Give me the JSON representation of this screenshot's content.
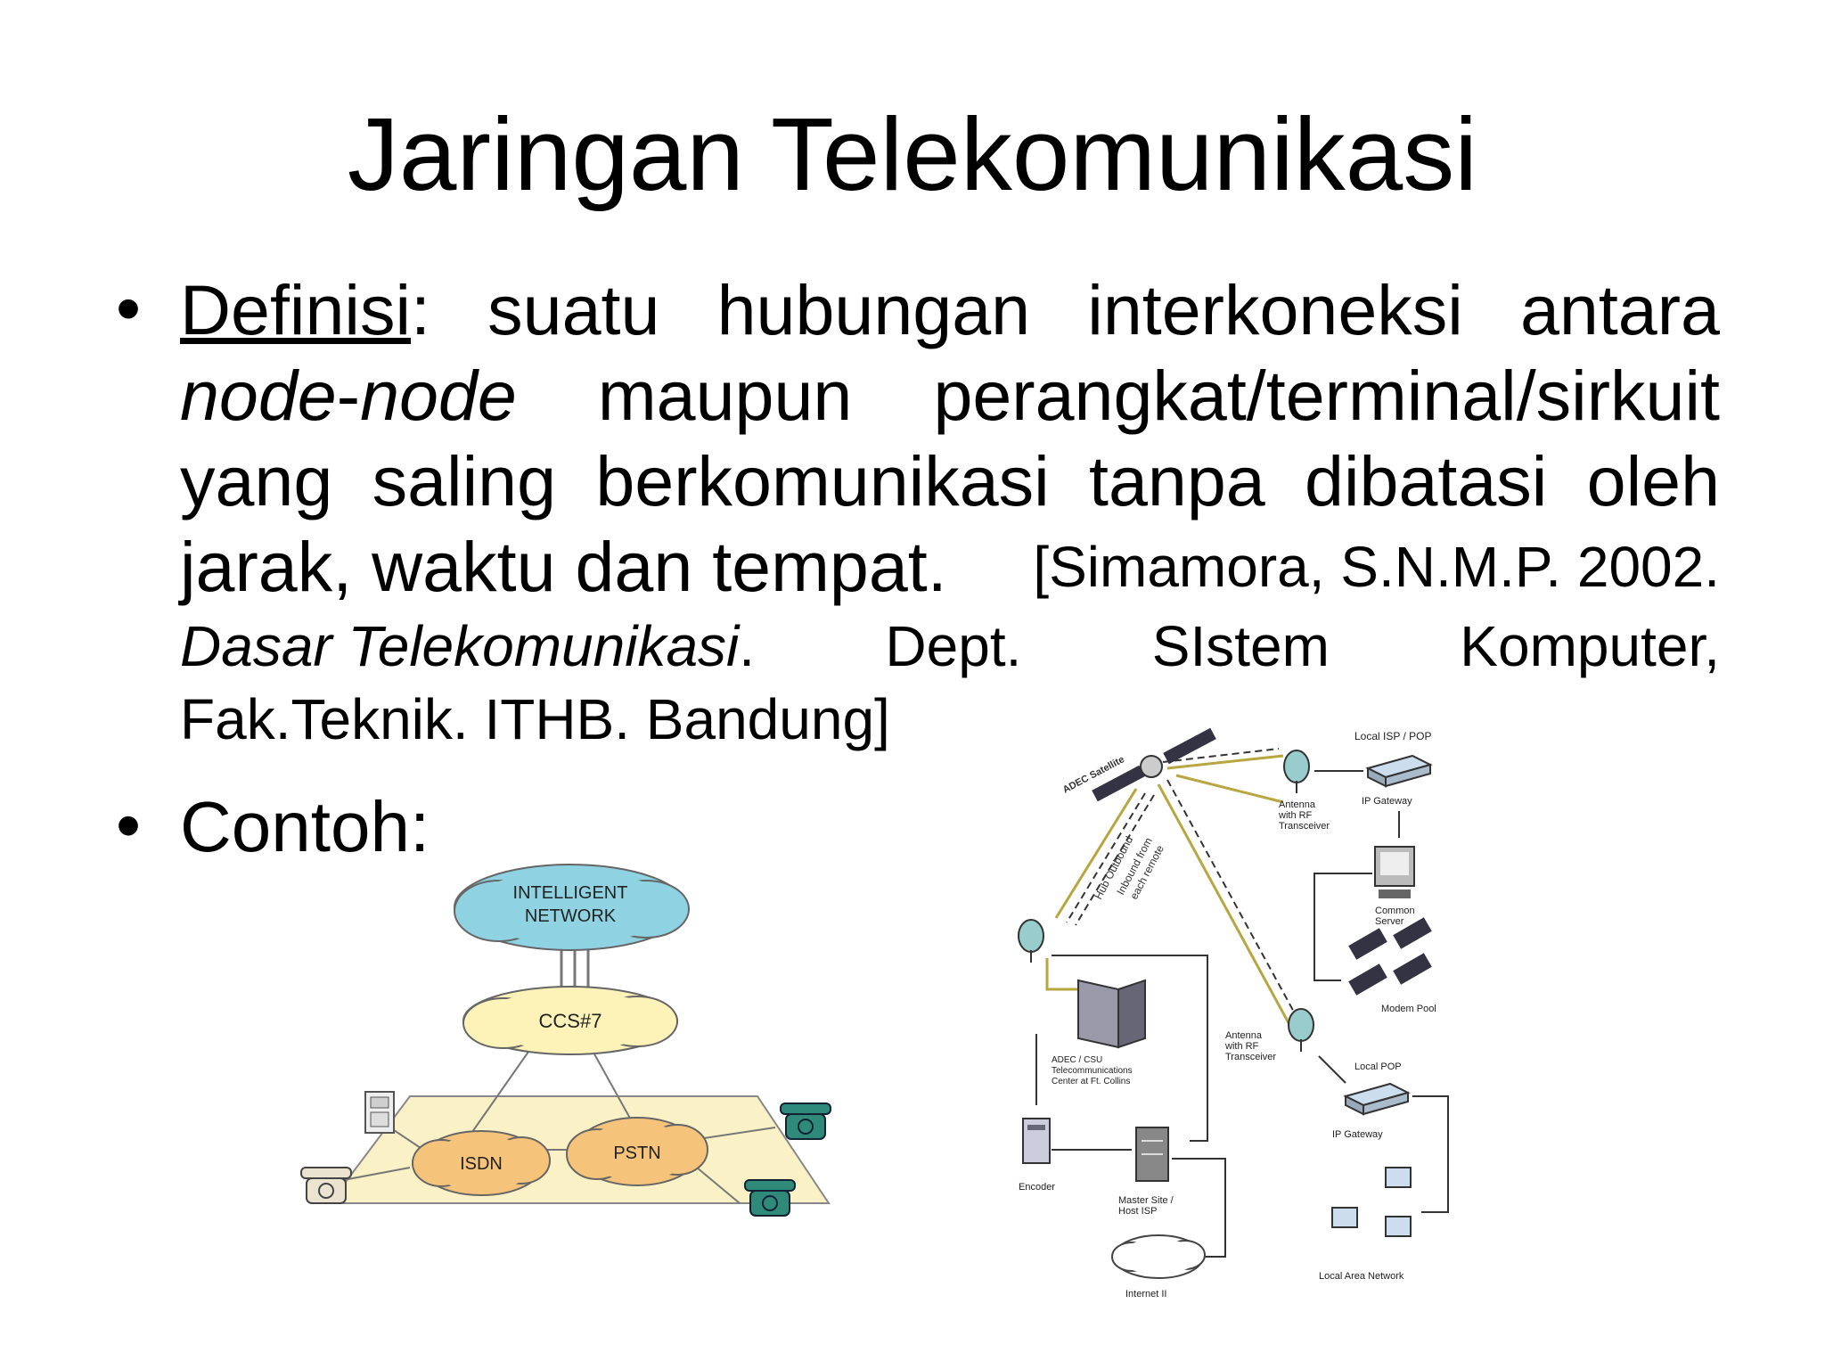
{
  "slide": {
    "title": "Jaringan Telekomunikasi",
    "definition": {
      "term": "Definisi",
      "line1": [
        ":",
        "suatu",
        "hubungan",
        "interkoneksi",
        "antara"
      ],
      "line2_italic1": "node",
      "line2_dash": "-",
      "line2_italic2": "node",
      "line2": [
        "maupun",
        "perangkat/terminal/sirkuit"
      ],
      "line3": [
        "yang",
        "saling",
        "berkomunikasi",
        "tanpa",
        "dibatasi",
        "oleh"
      ],
      "line4_main": "jarak, waktu dan tempat.",
      "line4_ref": "[Simamora, S.N.M.P. 2002.",
      "ref_italic": "Dasar Telekomunikasi",
      "ref_line5": [
        ".",
        "Dept.",
        "SIstem",
        "Komputer,"
      ],
      "ref_line6": "Fak.Teknik. ITHB. Bandung]"
    },
    "example_label": "Contoh:",
    "bullet": "•"
  },
  "figure_left": {
    "cloud_top": [
      "INTELLIGENT",
      "NETWORK"
    ],
    "cloud_mid": "CCS#7",
    "cloud_isdn": "ISDN",
    "cloud_pstn": "PSTN"
  },
  "figure_right": {
    "satellite": "ADEC Satellite",
    "local_isp": "Local ISP / POP",
    "antenna1": [
      "Antenna",
      "with RF",
      "Transceiver"
    ],
    "ip_gateway1": "IP Gateway",
    "common_server": [
      "Common",
      "Server"
    ],
    "modem_pool": "Modem Pool",
    "antenna2": [
      "Antenna",
      "with RF",
      "Transceiver"
    ],
    "local_pop": "Local POP",
    "ip_gateway2": "IP Gateway",
    "adec_center": [
      "ADEC / CSU",
      "Telecommunications",
      "Center at Ft. Collins"
    ],
    "encoder": "Encoder",
    "master_site": [
      "Master Site /",
      "Host ISP"
    ],
    "internet": "Internet II",
    "lan": "Local Area Network",
    "hub_outbound": "Hub Outbound",
    "inbound": [
      "Inbound from",
      "each remote"
    ]
  },
  "colors": {
    "cloud_blue": "#8fd3e2",
    "cloud_yellow": "#fdf3b8",
    "cloud_orange": "#f5c47a",
    "plane": "#fbf1c6",
    "phone_green": "#2f8a7a"
  }
}
